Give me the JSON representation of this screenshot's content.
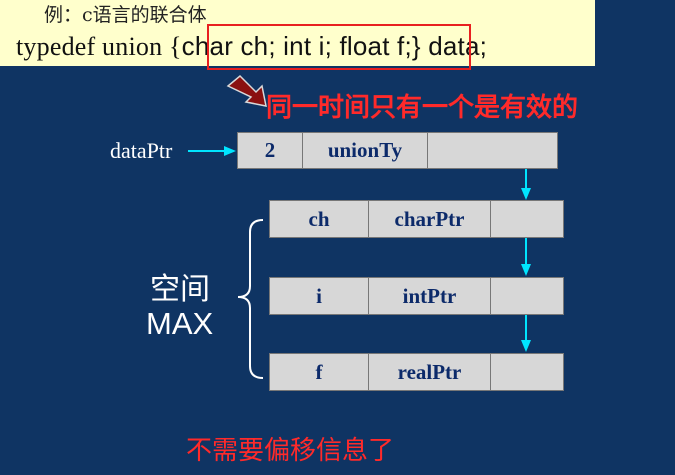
{
  "header": {
    "example_label": "例：c语言的联合体",
    "code_prefix": "typedef union {",
    "code_highlighted": "char ch; int i; float f;",
    "code_suffix": "}  data;"
  },
  "notes": {
    "one_valid": "同一时间只有一个是有效的",
    "no_offset": "不需要偏移信息了"
  },
  "pointer": {
    "label": "dataPtr"
  },
  "header_node": {
    "count": "2",
    "type_name": "unionTy"
  },
  "members": [
    {
      "name": "ch",
      "type_ptr": "charPtr"
    },
    {
      "name": "i",
      "type_ptr": "intPtr"
    },
    {
      "name": "f",
      "type_ptr": "realPtr"
    }
  ],
  "space": {
    "line1": "空间",
    "line2": "MAX"
  },
  "colors": {
    "background": "#0f3463",
    "band": "#ffffcc",
    "highlight": "#e82020",
    "arrow": "#00e5ff",
    "note_red": "#ff2a2a",
    "cell": "#d7d7d7"
  }
}
